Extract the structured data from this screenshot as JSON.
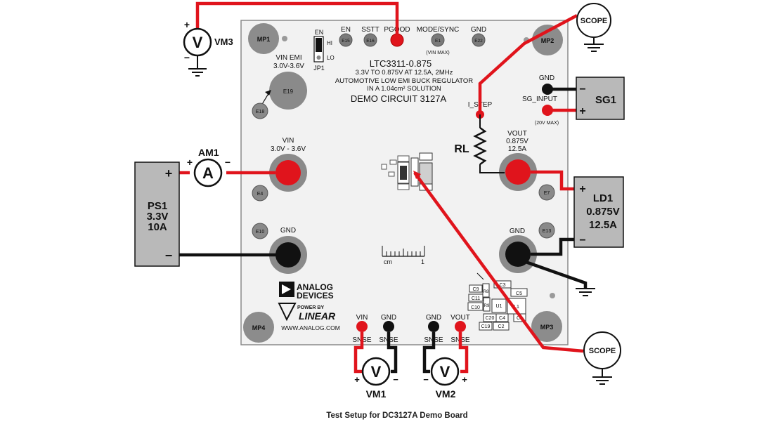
{
  "caption": "Test Setup for DC3127A Demo Board",
  "board": {
    "part": "LTC3311-0.875",
    "desc1": "3.3V TO 0.875V AT 12.5A, 2MHz",
    "desc2": "AUTOMOTIVE LOW EMI BUCK REGULATOR",
    "desc3": "IN A 1.04cm² SOLUTION",
    "demo": "DEMO CIRCUIT 3127A",
    "mounting": [
      "MP1",
      "MP2",
      "MP3",
      "MP4"
    ],
    "header_labels": {
      "en": "EN",
      "sstt": "SSTT",
      "pgood": "PGOOD",
      "modesync": "MODE/SYNC",
      "gnd": "GND"
    },
    "header_pins": {
      "e15": "E15",
      "e16": "E16",
      "e1": "E1",
      "e22": "E22"
    },
    "vin_max": "(VIN MAX)",
    "jumper": {
      "title": "EN",
      "hi": "HI",
      "lo": "LO",
      "name": "JP1"
    },
    "vin_emi": {
      "label1": "VIN EMI",
      "label2": "3.0V-3.6V",
      "pad": "E19",
      "turret": "E18"
    },
    "vin": {
      "label1": "VIN",
      "label2": "3.0V - 3.6V",
      "turret": "E4"
    },
    "gnd_left": {
      "label": "GND",
      "turret": "E10"
    },
    "vout": {
      "label1": "VOUT",
      "label2": "0.875V",
      "label3": "12.5A",
      "turret": "E7"
    },
    "gnd_right": {
      "label": "GND",
      "turret": "E13"
    },
    "sg_gnd": "GND",
    "sg_input": "SG_INPUT",
    "sg_max": "(20V MAX)",
    "i_step": "I_STEP",
    "ruler": {
      "unit": "cm",
      "one": "1"
    },
    "logo": {
      "analog1": "ANALOG",
      "analog2": "DEVICES",
      "powered_by": "POWER BY",
      "linear": "LINEAR",
      "url": "WWW.ANALOG.COM"
    },
    "sense": {
      "vin": "VIN",
      "gnd1": "GND",
      "gnd2": "GND",
      "vout": "VOUT",
      "snse": "SNSE"
    },
    "components": [
      "C9",
      "R8",
      "C3",
      "C5",
      "C11",
      "R9",
      "U1",
      "L1",
      "C10",
      "C20",
      "C4",
      "C1",
      "C19",
      "C2"
    ]
  },
  "instruments": {
    "vm3": {
      "name": "VM3",
      "symbol": "V"
    },
    "am1": {
      "name": "AM1",
      "symbol": "A"
    },
    "ps1": {
      "line1": "PS1",
      "line2": "3.3V",
      "line3": "10A"
    },
    "scope_top": "SCOPE",
    "scope_bottom": "SCOPE",
    "sg1": "SG1",
    "ld1": {
      "line1": "LD1",
      "line2": "0.875V",
      "line3": "12.5A"
    },
    "rl": "RL",
    "vm1": {
      "name": "VM1",
      "symbol": "V"
    },
    "vm2": {
      "name": "VM2",
      "symbol": "V"
    },
    "plus": "+",
    "minus": "−"
  },
  "colors": {
    "wire_red": "#e0141c",
    "wire_black": "#111111",
    "board": "#f2f2f2",
    "instrument_gray": "#b9b9b9",
    "pad_gray": "#7a7a7a"
  }
}
